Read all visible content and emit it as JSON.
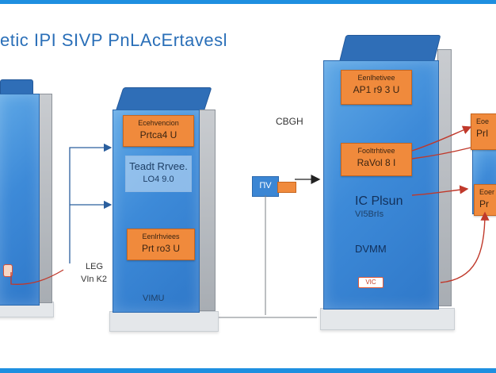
{
  "title": "etic IPI SIVP PnLAcErtavesl",
  "center_label": "CBGH",
  "node_label": "ΠV",
  "left_labels": {
    "line1": "LEG",
    "line2": "VIn K2"
  },
  "towers": [
    {
      "panels": [
        {
          "top": "Ecehvencion",
          "bottom": "Prtca4 U"
        }
      ],
      "info": {
        "top": "Teadt Rrvee.",
        "bottom": "LO4 9.0"
      },
      "lower_panel": {
        "top": "Eenlrhviees",
        "bottom": "Prt ro3 U"
      },
      "footer": "VIMU"
    },
    {
      "panels": [
        {
          "top": "Eenlhetivee",
          "bottom": "AP1 r9 3 U"
        },
        {
          "top": "Fooltrhtivee",
          "bottom": "RaVol 8 I"
        }
      ],
      "info": {
        "top": "IC Plsun",
        "bottom": "VI5BrIs"
      },
      "mid_text": "DVMM",
      "badge": "VIC"
    },
    {
      "panels": [
        {
          "top": "Eoe",
          "bottom": "PrI"
        },
        {
          "top": "Eoer",
          "bottom": "Pr"
        }
      ]
    }
  ],
  "colors": {
    "blue": "#3d8ad8",
    "orange": "#f08a3c",
    "arrow_red": "#c0392b",
    "title_blue": "#2a6fb8"
  }
}
